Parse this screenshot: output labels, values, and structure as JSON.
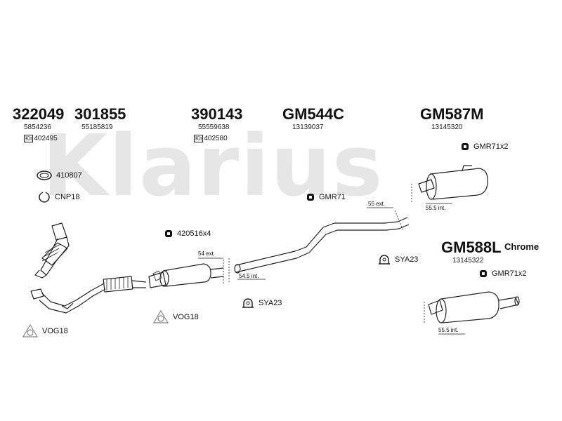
{
  "watermark": "Klarius",
  "parts": {
    "p1": {
      "number": "322049",
      "oem": "5854236",
      "kit_label": "Kit",
      "kit": "402495"
    },
    "p2": {
      "number": "301855",
      "oem": "55185819"
    },
    "p3": {
      "number": "390143",
      "oem": "55559638",
      "kit_label": "Kit",
      "kit": "402580"
    },
    "p4": {
      "number": "GM544C",
      "oem": "13139037"
    },
    "p5": {
      "number": "GM587M",
      "oem": "13145320"
    },
    "p6": {
      "number": "GM588L",
      "oem": "13145322",
      "note": "Chrome"
    }
  },
  "hardware": {
    "gmr71x2_top": "GMR71x2",
    "gasket_410807": "410807",
    "clamp_cnp18": "CNP18",
    "gmr71": "GMR71",
    "bolts_420516x4": "420516x4",
    "sya23_right": "SYA23",
    "gmr71x2_bottom": "GMR71x2",
    "sya23_mid": "SYA23",
    "vog18_mid": "VOG18",
    "vog18_left": "VOG18"
  },
  "dimensions": {
    "d55ext": "55 ext.",
    "d555int_top": "55.5 int.",
    "d54ext": "54 ext.",
    "d545int": "54.5 int.",
    "d555int_bottom": "55.5 int."
  }
}
